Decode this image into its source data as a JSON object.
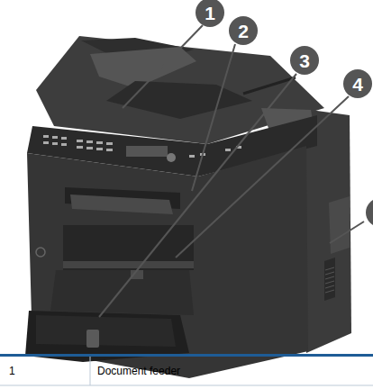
{
  "diagram": {
    "labels": [
      "1",
      "2",
      "3",
      "4",
      "1",
      "Document feeder"
    ]
  }
}
